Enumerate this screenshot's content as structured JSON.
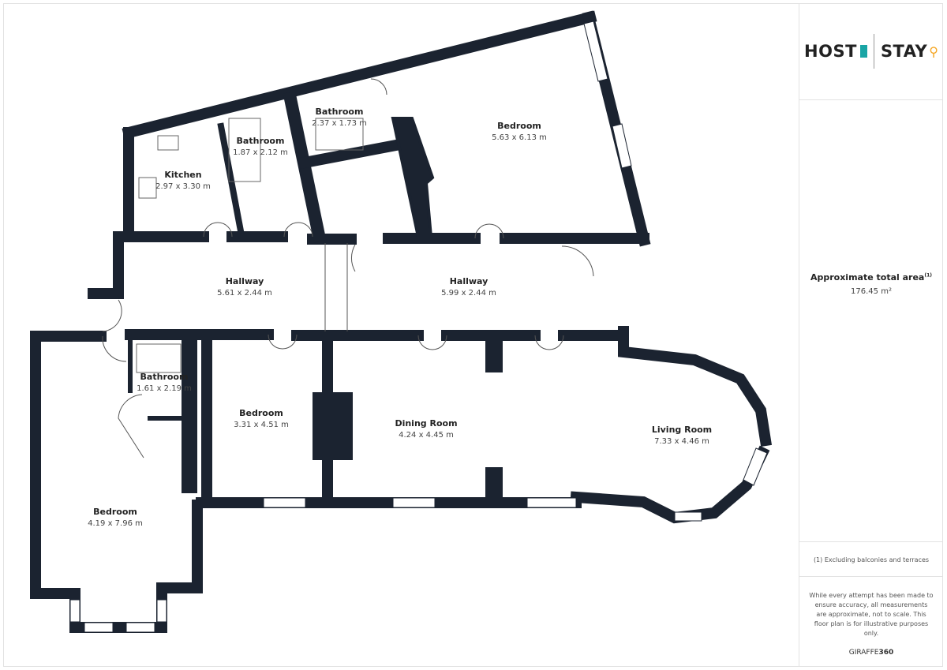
{
  "brand": {
    "host": "HOST",
    "stay": "STAY",
    "accent": "#f5a623",
    "teal": "#1aa5a5"
  },
  "rooms": [
    {
      "name": "Bathroom",
      "dims": "2.37 x 1.73 m"
    },
    {
      "name": "Bedroom",
      "dims": "5.63 x 6.13 m"
    },
    {
      "name": "Bathroom",
      "dims": "1.87 x 2.12 m"
    },
    {
      "name": "Kitchen",
      "dims": "2.97 x 3.30 m"
    },
    {
      "name": "Hallway",
      "dims": "5.61 x 2.44 m"
    },
    {
      "name": "Hallway",
      "dims": "5.99 x 2.44 m"
    },
    {
      "name": "Bathroom",
      "dims": "1.61 x 2.19 m"
    },
    {
      "name": "Bedroom",
      "dims": "3.31 x 4.51 m"
    },
    {
      "name": "Dining Room",
      "dims": "4.24 x 4.45 m"
    },
    {
      "name": "Living Room",
      "dims": "7.33 x 4.46 m"
    },
    {
      "name": "Bedroom",
      "dims": "4.19 x 7.96 m"
    }
  ],
  "panel": {
    "area_title": "Approximate total area",
    "area_sup": "(1)",
    "area_value": "176.45 m²",
    "footnote": "(1) Excluding balconies and terraces",
    "disclaimer": "While every attempt has been made to ensure accuracy, all measurements are approximate, not to scale. This floor plan is for illustrative purposes only.",
    "credit_a": "GIRAFFE",
    "credit_b": "360"
  },
  "colors": {
    "wall": "#1b2330"
  }
}
